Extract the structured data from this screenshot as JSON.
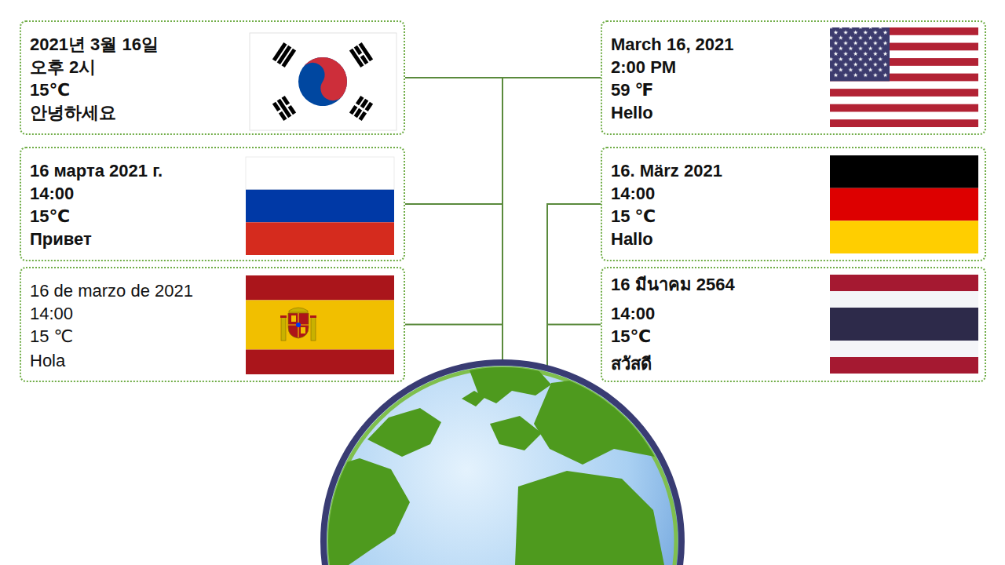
{
  "diagram": {
    "nodes": [
      {
        "text": [
          "2021년 3월 16일",
          "오후 2시",
          "15℃",
          "안녕하세요"
        ]
      },
      {
        "text": [
          "March 16, 2021",
          "2:00 PM",
          "59 ℉",
          "Hello"
        ]
      },
      {
        "text": [
          "16 марта 2021 г.",
          "14:00",
          "15℃",
          "Привет"
        ]
      },
      {
        "text": [
          "16. März 2021",
          "14:00",
          "15 ℃",
          "Hallo"
        ]
      },
      {
        "text": [
          "16 de marzo de 2021",
          "14:00",
          "15 ℃",
          "Hola"
        ]
      },
      {
        "text": [
          "16 มีนาคม 2564",
          "14:00",
          "15℃",
          "สวัสดี"
        ]
      }
    ],
    "edges": [
      {
        "from": 0,
        "to": 1,
        "arrow": "none"
      },
      {
        "from": 2,
        "to": 0,
        "arrow": "none"
      },
      {
        "from": 4,
        "to": 2,
        "arrow": "none"
      },
      {
        "from": 3,
        "to": 5,
        "arrow": "none"
      }
    ]
  }
}
